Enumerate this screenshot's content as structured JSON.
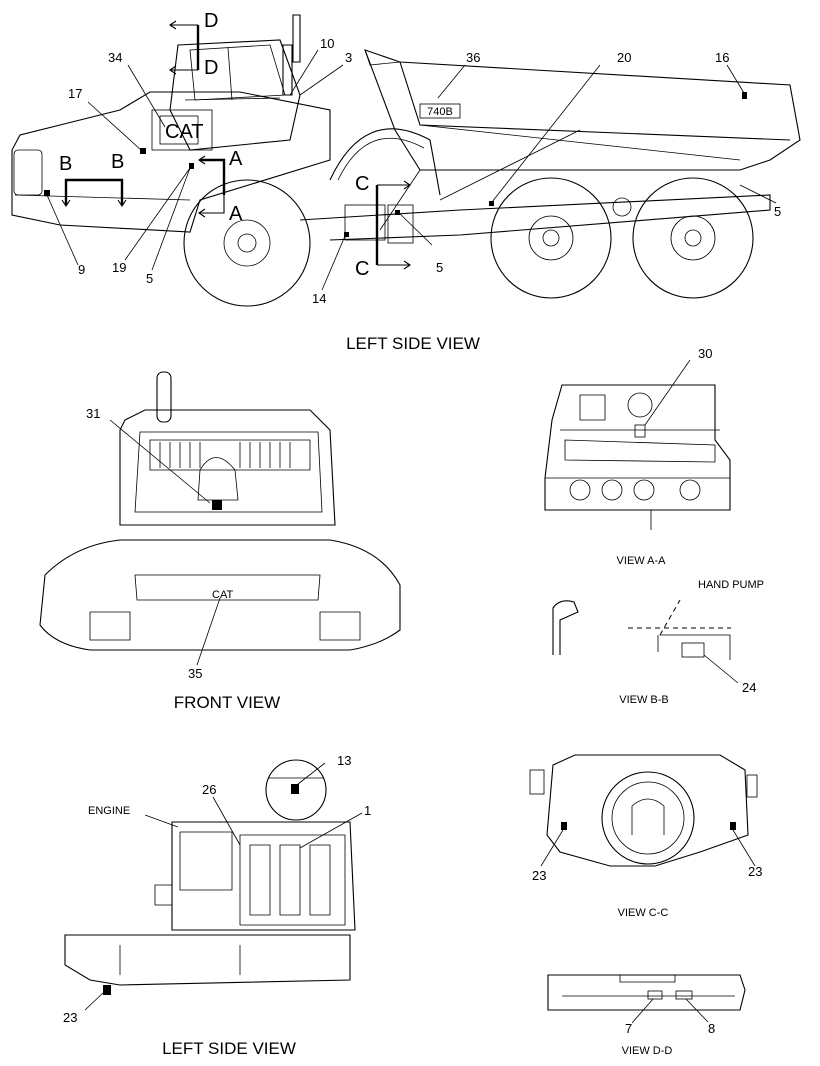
{
  "captions": {
    "left_side_top": "LEFT SIDE VIEW",
    "front": "FRONT VIEW",
    "left_side_bottom": "LEFT SIDE VIEW",
    "view_aa": "VIEW A-A",
    "view_bb": "VIEW B-B",
    "view_cc": "VIEW C-C",
    "view_dd": "VIEW D-D"
  },
  "section_letters": {
    "a1": "A",
    "a2": "A",
    "b1": "B",
    "b2": "B",
    "c1": "C",
    "c2": "C",
    "d1": "D",
    "d2": "D"
  },
  "callouts": {
    "n34": "34",
    "n10": "10",
    "n3": "3",
    "n36": "36",
    "n20": "20",
    "n16": "16",
    "n17": "17",
    "n5a": "5",
    "n5b": "5",
    "n5c": "5",
    "n9": "9",
    "n19": "19",
    "n14": "14",
    "n30": "30",
    "n31": "31",
    "n35": "35",
    "n24": "24",
    "n13": "13",
    "n26": "26",
    "n1": "1",
    "n23a": "23",
    "n23b": "23",
    "n23c": "23",
    "n7": "7",
    "n8": "8"
  },
  "annotations": {
    "engine": "ENGINE",
    "hand_pump": "HAND PUMP",
    "model_decal": "740B",
    "cat_logo": "CAT"
  }
}
